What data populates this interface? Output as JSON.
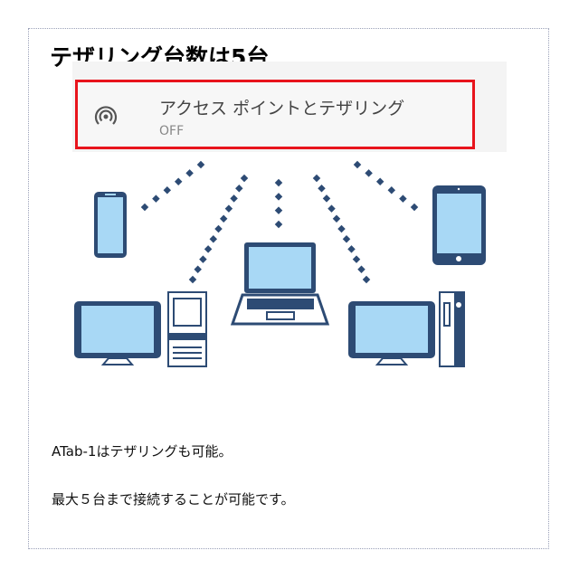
{
  "title": "テザリング台数は5台",
  "setting": {
    "icon": "hotspot-icon",
    "label": "アクセス ポイントとテザリング",
    "status": "OFF"
  },
  "diagram": {
    "devices": [
      "smartphone",
      "tablet",
      "laptop",
      "desktop-tower",
      "desktop-slim"
    ],
    "colors": {
      "outline": "#2d4b74",
      "screen": "#a8d8f5",
      "highlight": "#e8141c"
    }
  },
  "description": {
    "line1": "ATab-1はテザリングも可能。",
    "line2": "最大５台まで接続することが可能です。"
  }
}
